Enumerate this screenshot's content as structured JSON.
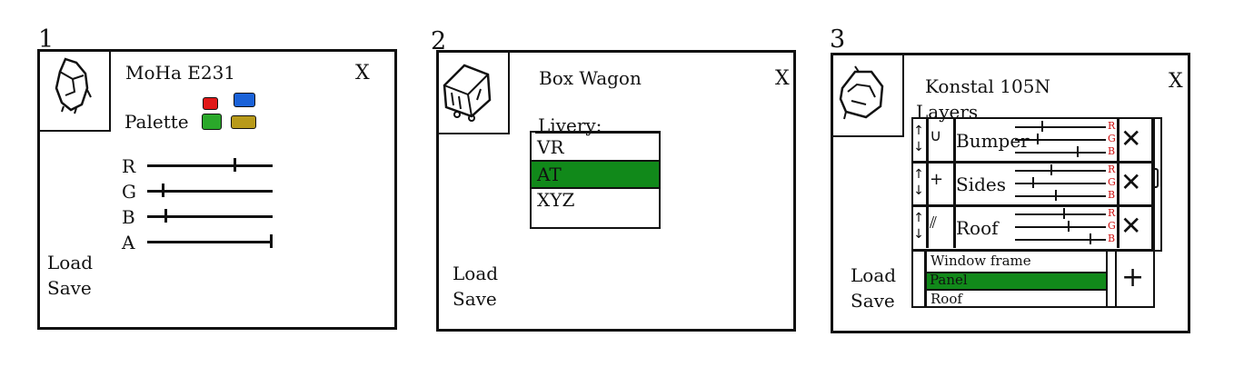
{
  "panels": {
    "p1": {
      "number": "1",
      "title": "MoHa E231",
      "close": "X",
      "palette_label": "Palette",
      "swatches": [
        "#e01818",
        "#1a62d8",
        "#2aa82a",
        "#b89a1a"
      ],
      "sliders": [
        {
          "label": "R",
          "value": 0.7
        },
        {
          "label": "G",
          "value": 0.12
        },
        {
          "label": "B",
          "value": 0.14
        },
        {
          "label": "A",
          "value": 1.0
        }
      ],
      "load": "Load",
      "save": "Save"
    },
    "p2": {
      "number": "2",
      "title": "Box Wagon",
      "close": "X",
      "livery_label": "Livery:",
      "options": [
        "VR",
        "AT",
        "XYZ"
      ],
      "selected": "AT",
      "load": "Load",
      "save": "Save"
    },
    "p3": {
      "number": "3",
      "title": "Konstal 105N",
      "close": "X",
      "layers_label": "Layers",
      "layers": [
        {
          "name": "Bumper",
          "rgb": [
            "R",
            "G",
            "B"
          ]
        },
        {
          "name": "Sides",
          "rgb": [
            "R",
            "G",
            "B"
          ]
        },
        {
          "name": "Roof",
          "rgb": [
            "R",
            "G",
            "B"
          ]
        }
      ],
      "parts": [
        "Window frame",
        "Panel",
        "Roof"
      ],
      "selected_part": "Panel",
      "load": "Load",
      "save": "Save"
    }
  },
  "colors": {
    "selected": "#11891a",
    "rgb_letters": "#d01010"
  }
}
